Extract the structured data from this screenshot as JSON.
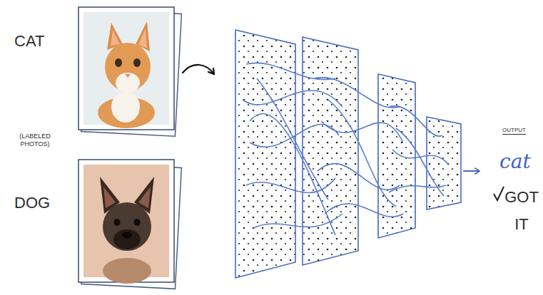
{
  "diagram": {
    "labels": [
      "CAT",
      "(LABELED PHOTOS)",
      "DOG",
      "OUTPUT",
      "cat",
      "GOT IT"
    ]
  }
}
